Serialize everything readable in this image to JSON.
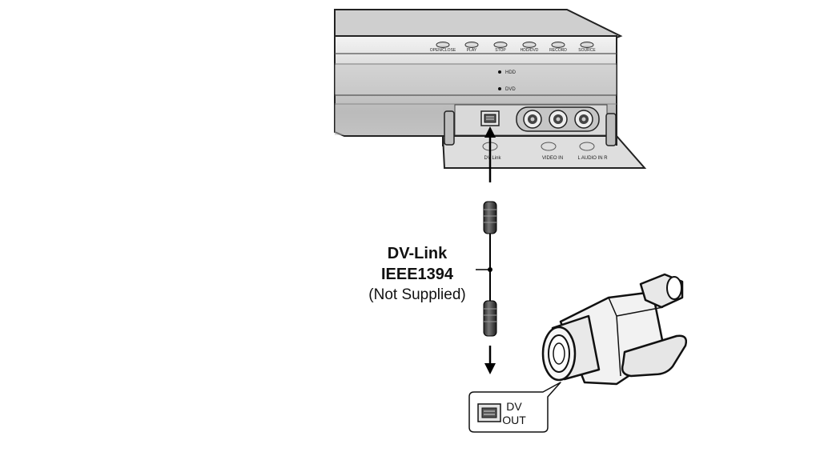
{
  "recorder": {
    "buttons": [
      "OPEN/CLOSE",
      "PLAY",
      "STOP",
      "HDD/DVD",
      "RECORD",
      "SOURCE"
    ],
    "indicators": [
      "HDD",
      "DVD"
    ],
    "jack_labels": [
      "DV Link",
      "VIDEO IN",
      "L AUDIO IN R"
    ]
  },
  "cable": {
    "name": "DV-Link",
    "type": "IEEE1394",
    "note": "(Not Supplied)"
  },
  "camcorder_port": {
    "line1": "DV",
    "line2": "OUT"
  }
}
